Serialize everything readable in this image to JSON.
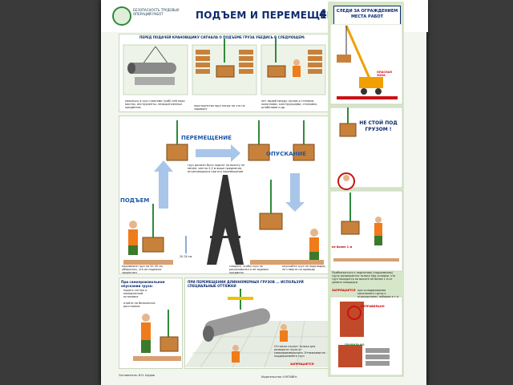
{
  "header": {
    "logo_text": "БЕЗОПАСНОСТЬ ТРУДОВЫХ ОПЕРАЦИЙ РАБОТ",
    "title": "ПОДЪЕМ И ПЕРЕМЕЩЕНИЕ ГРУЗА",
    "number": "4"
  },
  "top_section": {
    "title": "ПЕРЕД ПОДАЧЕЙ КРАНОВЩИКУ СИГНАЛА О ПОДЪЕМЕ ГРУЗА УБЕДИСЬ В СЛЕДУЮЩЕМ:",
    "captions": [
      "нахожусь в груз (хватами траб) ней подх. мастер, инструменты, незакрепленных предметов",
      "пространство пруз нигде ни что не задевает",
      "нет людей между грузом и стенами, колоннами, конструкциями, станками, штабелями и др."
    ]
  },
  "middle_section": {
    "move_label": "ПЕРЕМЕЩЕНИЕ",
    "lower_label": "ОПУСКАНИЕ",
    "lift_label": "ПОДЪЕМ",
    "height_note": "груз должен быть поднят на высоту не менее, чем на 0,5 м выше предметов, встречающихся при его перемещении",
    "height_mark": "20-30 см",
    "captions": [
      "поднимите груз на 20-30 см, убедитесь, что он надежно закреплен",
      "следите, чтобы груз не раскачивался и не задевал предметы",
      "опускайте груз на подкладки, не ставьте на провода"
    ]
  },
  "bottom_section": {
    "left_title": "При самопроизвольном опускании груза:",
    "left_captions": [
      "подать сигнал о немедленной остановке",
      "отойти на безопасное расстояние"
    ],
    "mid_title": "ПРИ ПЕРЕМЕЩЕНИИ ДЛИННОМЕРНЫХ ГРУЗОВ ... ИСПОЛЬЗУЙ СПЕЦИАЛЬНЫЕ ОТТЯЖКИ",
    "mid_note": "Оттяжки служат только для разворота груза от самопроизвольного. Оттяжками не поддерживайте груз",
    "mid_note_red": "ЗАПРЕЩАЕТСЯ"
  },
  "side": {
    "title": "СЛЕДИ ЗА ОГРАЖДЕНИЕМ МЕСТА РАБОТ",
    "sign": "ОПАСНАЯ ЗОНА",
    "warning": "НЕ СТОЙ ПОД ГРУЗОМ !",
    "distance": "не более 1 м",
    "note1": "Приближаться к поднятому (подъемному) грузу разрешается только при условии, что груз находится на высоте не более 1 м от уровня площадки",
    "note2_red": "ЗАПРЕЩАЕТСЯ",
    "note2": "при складировании прислонять грузы к ограждениям, заборам и т.п.",
    "label_correct": "ПРАВИЛЬНО",
    "label_wrong": "НЕПРАВИЛЬНО"
  },
  "footer": {
    "left": "Составитель: В.Н. Шуров",
    "right": "Издательство «ОНТАЙН»"
  },
  "colors": {
    "poster_bg": "#f3f6ef",
    "side_bg": "#d6e6c8",
    "title": "#0d2a6b",
    "accent_blue": "#1e5aa8",
    "crate": "#c8813a",
    "hook": "#2f8a3a",
    "worker_vest": "#f07b1a",
    "warning_red": "#cc1111"
  }
}
